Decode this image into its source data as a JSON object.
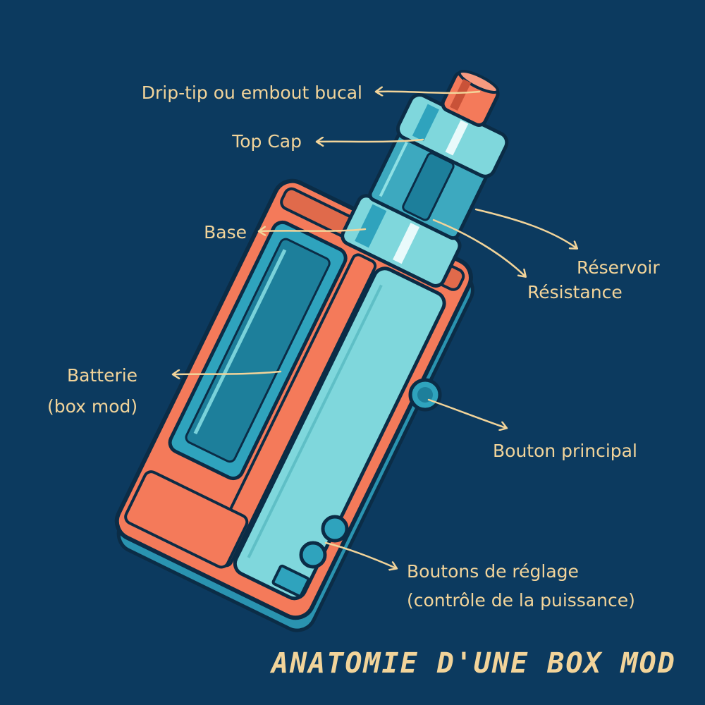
{
  "title": "ANATOMIE D'UNE BOX MOD",
  "labels": {
    "drip_tip": "Drip-tip ou embout bucal",
    "top_cap": "Top Cap",
    "base": "Base",
    "reservoir": "Réservoir",
    "resistance": "Résistance",
    "batterie_line1": "Batterie",
    "batterie_line2": "(box mod)",
    "bouton_principal": "Bouton principal",
    "boutons_reglage_line1": "Boutons de réglage",
    "boutons_reglage_line2": "(contrôle de la puissance)"
  },
  "colors": {
    "background": "#0c3a5f",
    "accent_text": "#f2d49a",
    "coral": "#f47a5a",
    "cyan": "#7fd7dc",
    "dark_teal": "#1f7a93",
    "outline": "#0b2c46"
  }
}
